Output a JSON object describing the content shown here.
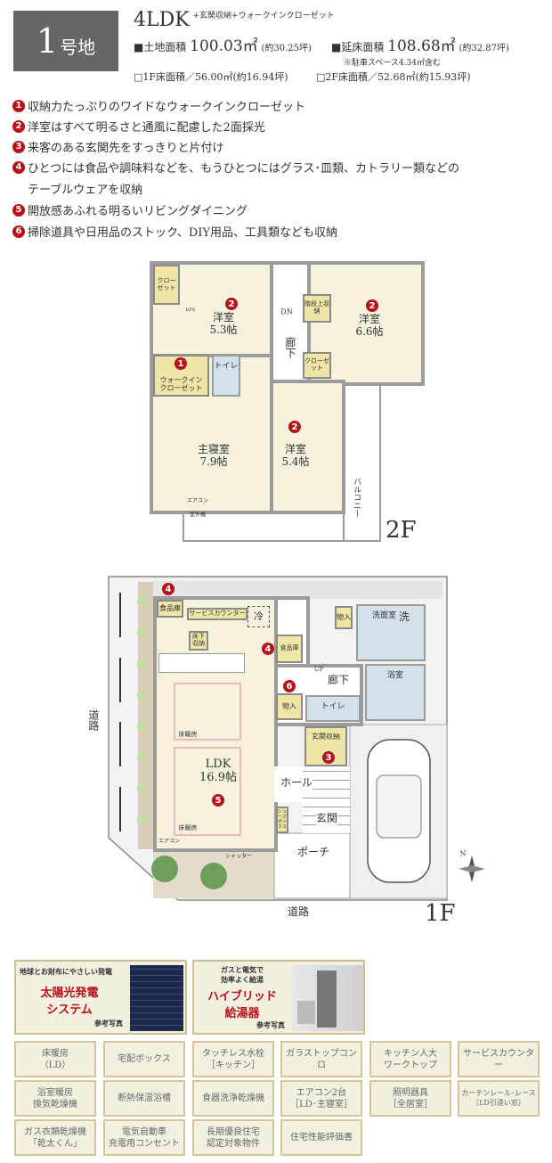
{
  "header": {
    "lot": "1",
    "lot_suffix": "号地",
    "plan": "4LDK",
    "plan_extra": "+玄関収納+ウォークインクローゼット",
    "land_label": "■土地面積",
    "land_area": "100.03㎡",
    "land_tsubo": "(約30.25坪)",
    "floor_label": "■延床面積",
    "floor_area": "108.68㎡",
    "floor_tsubo": "(約32.87坪)",
    "parking_note": "※駐車スペース4.34㎡含む",
    "f1": "□1F床面積／56.00㎡(約16.94坪)",
    "f2": "□2F床面積／52.68㎡(約15.93坪)"
  },
  "features": [
    {
      "n": "1",
      "text": "収納力たっぷりのワイドなウォークインクローゼット"
    },
    {
      "n": "2",
      "text": "洋室はすべて明るさと通風に配慮した2面採光"
    },
    {
      "n": "3",
      "text": "来客のある玄関先をすっきりと片付け"
    },
    {
      "n": "4",
      "text": "ひとつには食品や調味料などを、もうひとつにはグラス･皿類、カトラリー類などの"
    },
    {
      "n": "",
      "text": "テーブルウェアを収納"
    },
    {
      "n": "5",
      "text": "開放感あふれる明るいリビングダイニング"
    },
    {
      "n": "6",
      "text": "掃除道具や日用品のストック、DIY用品、工具類なども収納"
    }
  ],
  "floor2": {
    "label": "2F",
    "rooms": {
      "west": "洋室\n5.3帖",
      "east": "洋室\n6.6帖",
      "master": "主寝室\n7.9帖",
      "south": "洋室\n5.4帖",
      "hall": "廊下",
      "wic": "ウォークイン\nクローゼット",
      "toilet": "トイレ",
      "balcony": "バルコニー",
      "dn": "DN",
      "closet1": "クローゼット",
      "closet2": "階段上収納",
      "closet3": "クローゼット",
      "ac": "エアコン",
      "outdoor": "室外機",
      "eps": "EPS"
    },
    "badges": [
      "2",
      "2",
      "1",
      "2"
    ]
  },
  "floor1": {
    "label": "1F",
    "rooms": {
      "ldk": "LDK\n16.9帖",
      "pantry1": "食品庫",
      "pantry2": "食品庫",
      "service": "サービスカウンター",
      "fridge": "冷",
      "underfloor": "床下\n収納",
      "storage1": "物入",
      "washroom": "洗面室",
      "washer": "洗",
      "bath": "浴室",
      "toilet": "トイレ",
      "hall": "廊下",
      "up": "UP",
      "storage2": "物入",
      "entrance_storage": "玄関収納",
      "hole": "ホール",
      "genkan": "玄関",
      "porch": "ポーチ",
      "shoes": "シューズボックス",
      "floorheat1": "床暖房",
      "floorheat2": "床暖房",
      "ac": "エアコン",
      "shutter": "シャッター",
      "road_left": "道路",
      "road_bottom": "道路",
      "north": "N"
    },
    "badges": [
      "4",
      "4",
      "6",
      "3",
      "5"
    ]
  },
  "promos": [
    {
      "tagline": "地球とお財布にやさしい発電",
      "title": "太陽光発電\nシステム",
      "note": "参考写真"
    },
    {
      "tagline": "ガスと電気で\n効率よく給湯",
      "title": "ハイブリッド\n給湯器",
      "note": "参考写真"
    }
  ],
  "equipment": [
    "床暖房\n（LD）",
    "宅配ボックス",
    "タッチレス水栓\n［キッチン］",
    "ガラストップコンロ",
    "キッチン人大\nワークトップ",
    "サービスカウンター",
    "浴室暖房\n換気乾燥機",
    "断熱保温浴槽",
    "食器洗浄乾燥機",
    "エアコン2台\n［LD･主寝室］",
    "照明器具\n［全居室］",
    "カーテンレール･レース\n［LD引違い窓］",
    "ガス衣類乾燥機\n「乾太くん」",
    "電気自動車\n充電用コンセント",
    "長期優良住宅\n認定対象物件",
    "住宅性能評価書"
  ],
  "colors": {
    "badge": "#b5121b",
    "wall": "#9b9b9b",
    "room": "#f6f2de",
    "storage": "#efe6a6",
    "wet": "#d3e1ea"
  }
}
